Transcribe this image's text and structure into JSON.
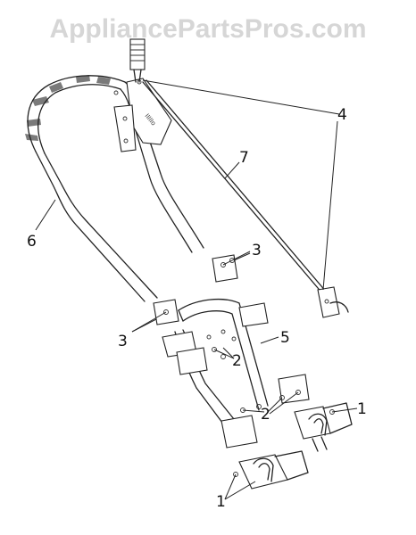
{
  "watermark": "AppliancePartsPros.com",
  "callouts": {
    "c1a": "1",
    "c1b": "1",
    "c2a": "2",
    "c2b": "2",
    "c3a": "3",
    "c3b": "3",
    "c4": "4",
    "c5": "5",
    "c6": "6",
    "c7": "7"
  }
}
